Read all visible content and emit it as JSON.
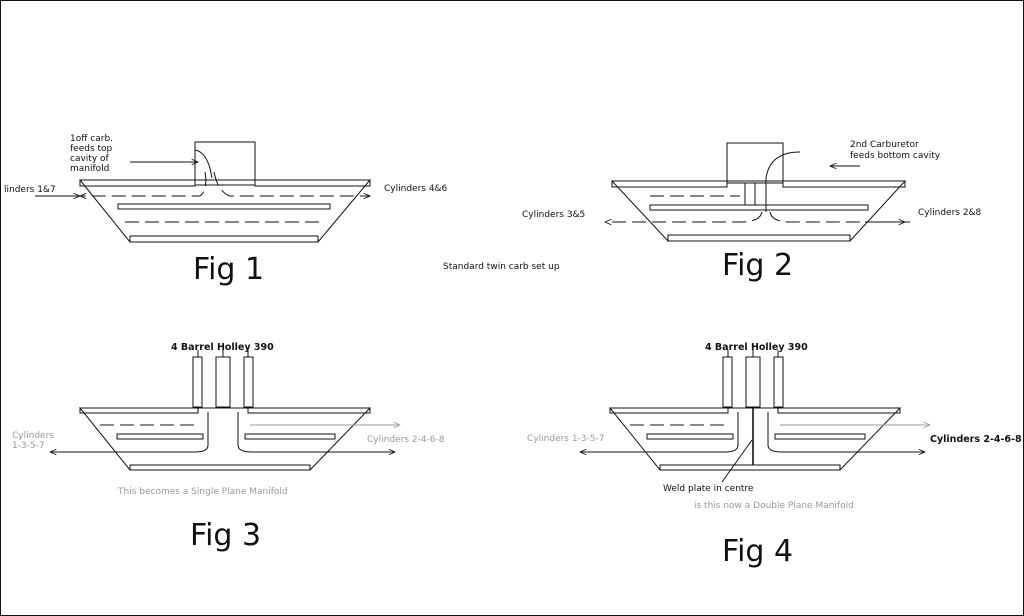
{
  "figures": {
    "fig1": {
      "title": "Fig 1",
      "note": [
        "1off carb.",
        "feeds top",
        "cavity of",
        "manifold"
      ],
      "left_label": "linders 1&7",
      "right_label": "Cylinders 4&6"
    },
    "fig2": {
      "title": "Fig 2",
      "note": [
        "2nd Carburetor",
        "feeds bottom cavity"
      ],
      "left_label": "Cylinders 3&5",
      "right_label": "Cylinders 2&8"
    },
    "fig3": {
      "title": "Fig 3",
      "carb_label": "4 Barrel Holley 390",
      "left_label": [
        "Cylinders",
        "1-3-5-7"
      ],
      "right_label": "Cylinders 2-4-6-8",
      "caption": "This becomes a Single Plane Manifold"
    },
    "fig4": {
      "title": "Fig 4",
      "carb_label": "4 Barrel Holley 390",
      "left_label": "Cylinders 1-3-5-7",
      "right_label": "Cylinders 2-4-6-8",
      "weld_label": "Weld plate in centre",
      "caption": "is this now a Double Plane Manifold"
    }
  },
  "center_note": "Standard twin carb set up"
}
